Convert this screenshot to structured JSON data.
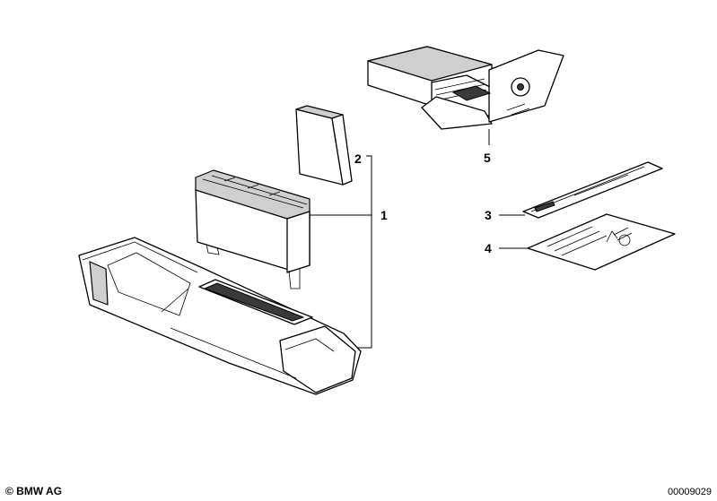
{
  "diagram": {
    "parts": [
      {
        "number": "1"
      },
      {
        "number": "2"
      },
      {
        "number": "3"
      },
      {
        "number": "4"
      },
      {
        "number": "5"
      }
    ]
  },
  "footer": {
    "copyright": "© BMW AG",
    "drawing_number": "00009029"
  }
}
